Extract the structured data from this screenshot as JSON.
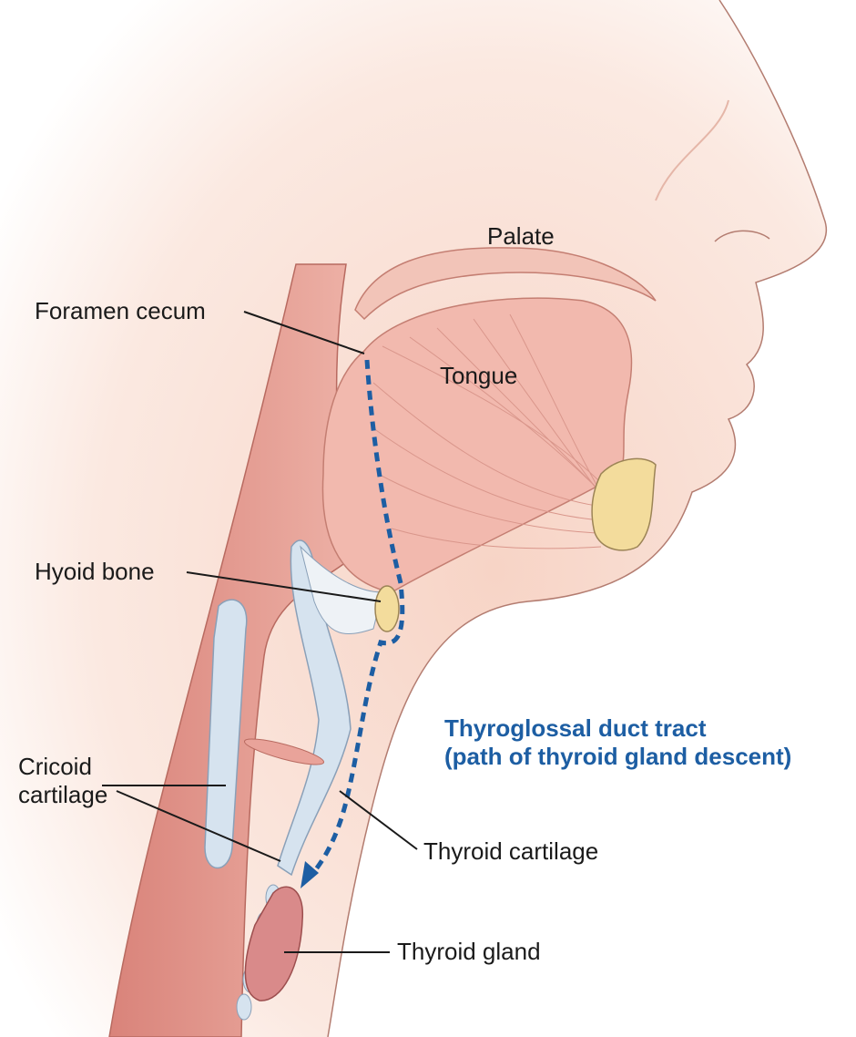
{
  "labels": {
    "palate": "Palate",
    "foramen_cecum": "Foramen cecum",
    "tongue": "Tongue",
    "hyoid_bone": "Hyoid bone",
    "duct_tract_line1": "Thyroglossal duct tract",
    "duct_tract_line2": "(path of thyroid gland descent)",
    "cricoid_line1": "Cricoid",
    "cricoid_line2": "cartilage",
    "thyroid_cartilage": "Thyroid cartilage",
    "thyroid_gland": "Thyroid gland"
  },
  "colors": {
    "duct_path": "#1d5ea3",
    "skin": "#f6d9cc",
    "tissue": "#e7a49a",
    "bone": "#f3dc9c",
    "cartilage": "#d6e3ef",
    "gland": "#d98a8a"
  }
}
